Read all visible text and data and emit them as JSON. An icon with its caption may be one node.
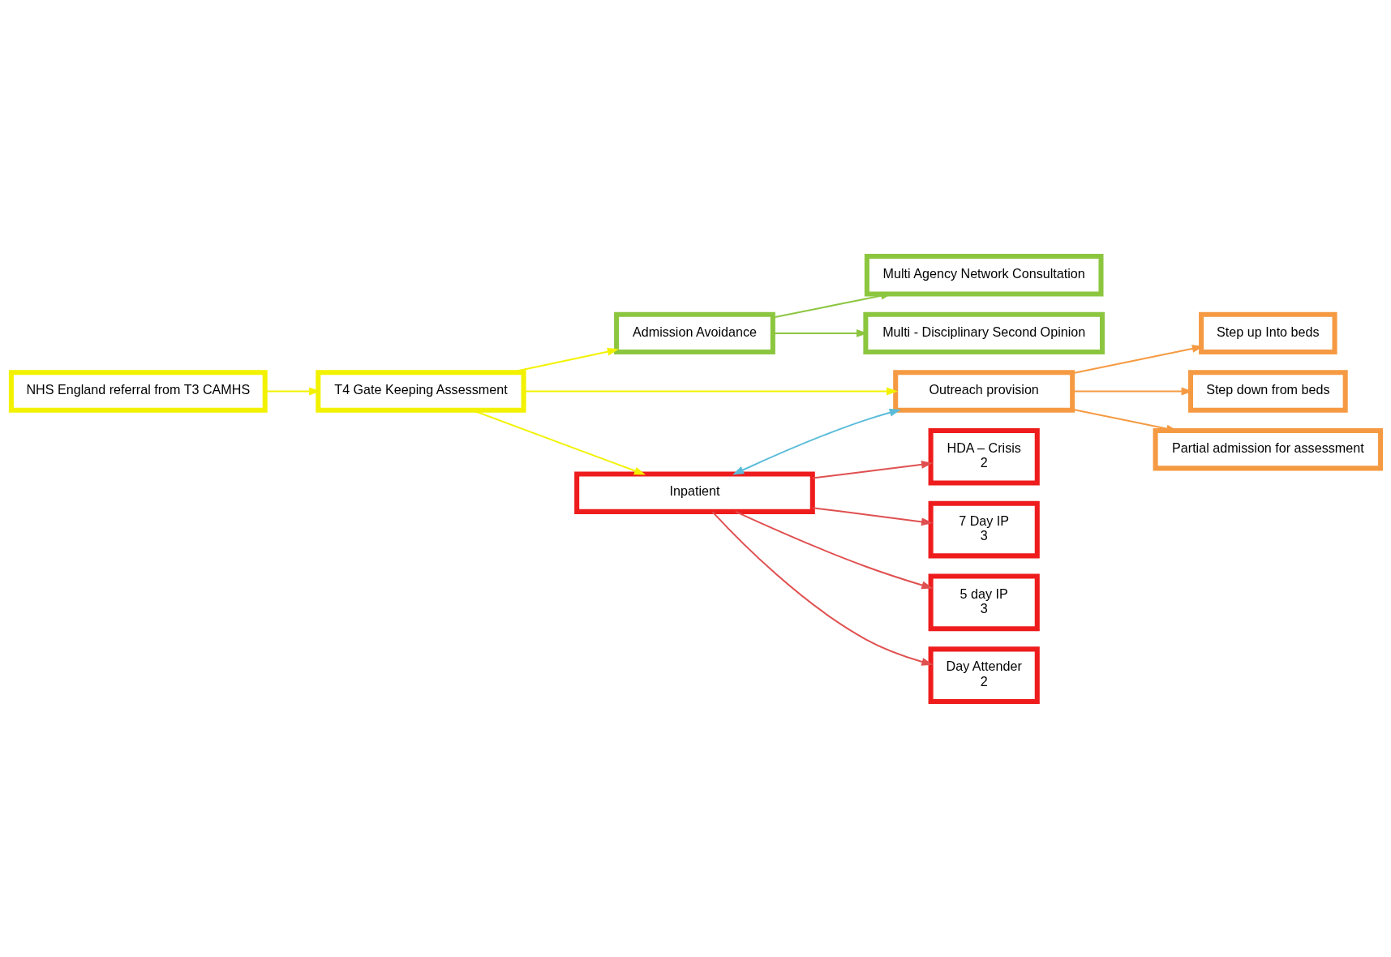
{
  "diagram": {
    "nodes": [
      {
        "text": [
          "NHS England referral from T3 CAMHS"
        ]
      },
      {
        "text": [
          "T4 Gate Keeping Assessment"
        ]
      },
      {
        "text": [
          "Admission Avoidance"
        ]
      },
      {
        "text": [
          "Multi Agency Network Consultation"
        ]
      },
      {
        "text": [
          "Multi - Disciplinary Second Opinion"
        ]
      },
      {
        "text": [
          "Outreach provision"
        ]
      },
      {
        "text": [
          "Step up Into beds"
        ]
      },
      {
        "text": [
          "Step down from beds"
        ]
      },
      {
        "text": [
          "Partial admission for assessment"
        ]
      },
      {
        "text": [
          "Inpatient"
        ]
      },
      {
        "text": [
          "HDA – Crisis",
          "2"
        ]
      },
      {
        "text": [
          "7 Day IP",
          "3"
        ]
      },
      {
        "text": [
          "5 day IP",
          "3"
        ]
      },
      {
        "text": [
          "Day Attender",
          "2"
        ]
      }
    ],
    "edges": [
      {
        "from": 0,
        "to": 1,
        "arrow": "to",
        "color": "#f2f200"
      },
      {
        "from": 1,
        "to": 2,
        "arrow": "to",
        "color": "#f2f200"
      },
      {
        "from": 1,
        "to": 9,
        "arrow": "to",
        "color": "#f2f200"
      },
      {
        "from": 1,
        "to": 5,
        "arrow": "to",
        "color": "#f2f200"
      },
      {
        "from": 2,
        "to": 3,
        "arrow": "to",
        "color": "#8cc63f"
      },
      {
        "from": 2,
        "to": 4,
        "arrow": "to",
        "color": "#8cc63f"
      },
      {
        "from": 5,
        "to": 6,
        "arrow": "to",
        "color": "#f59a42"
      },
      {
        "from": 5,
        "to": 7,
        "arrow": "to",
        "color": "#f59a42"
      },
      {
        "from": 5,
        "to": 8,
        "arrow": "to",
        "color": "#f59a42"
      },
      {
        "from": 9,
        "to": 5,
        "arrow": "both",
        "color": "#5bbcd9"
      },
      {
        "from": 9,
        "to": 10,
        "arrow": "to",
        "color": "#e05050"
      },
      {
        "from": 9,
        "to": 11,
        "arrow": "to",
        "color": "#e05050"
      },
      {
        "from": 9,
        "to": 12,
        "arrow": "to",
        "color": "#e05050"
      },
      {
        "from": 9,
        "to": 13,
        "arrow": "to",
        "color": "#e05050"
      }
    ]
  }
}
